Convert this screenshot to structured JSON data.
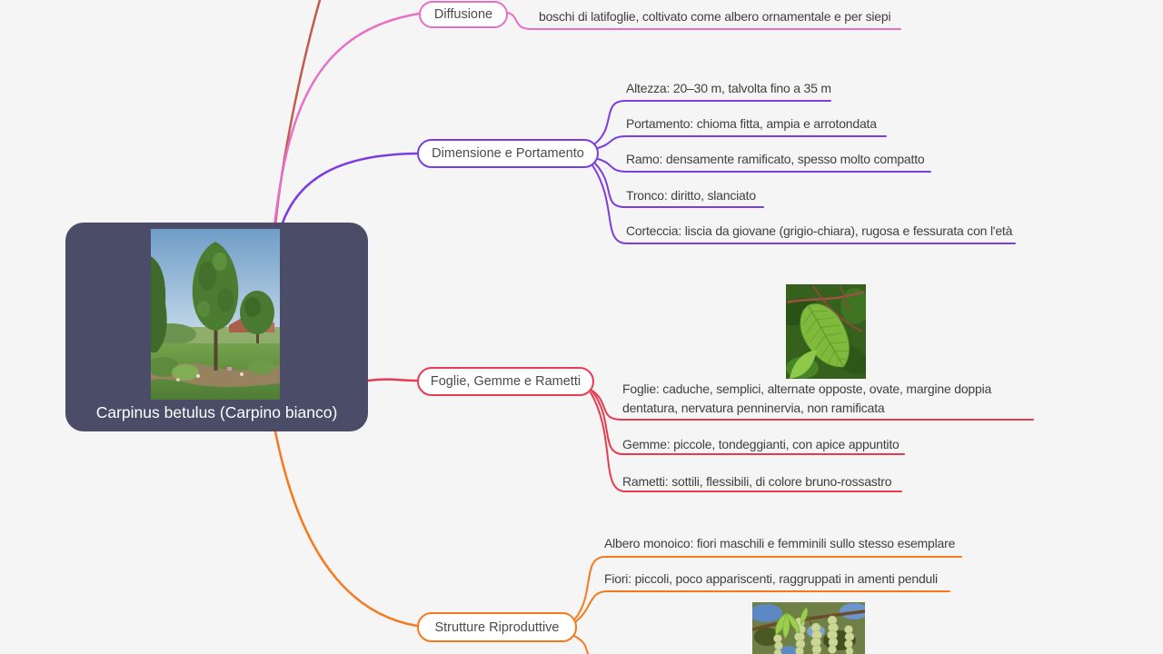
{
  "canvas": {
    "background": "#f5f5f5"
  },
  "central": {
    "title": "Carpinus betulus (Carpino bianco)",
    "bg_color": "#4a4c68",
    "photo_icon": "tree-in-garden-photo"
  },
  "branches": [
    {
      "id": "offscreen-branch",
      "label": null,
      "color": "#c35a52",
      "children": []
    },
    {
      "id": "diffusione",
      "label": "Diffusione",
      "color": "#e86fc8",
      "children": [
        {
          "text": "boschi di latifoglie, coltivato come albero ornamentale e per siepi"
        }
      ]
    },
    {
      "id": "dimensione-e-portamento",
      "label": "Dimensione e Portamento",
      "color": "#7d3ce2",
      "children": [
        {
          "text": "Altezza: 20–30 m, talvolta fino a 35 m"
        },
        {
          "text": "Portamento: chioma fitta, ampia e arrotondata"
        },
        {
          "text": "Ramo: densamente ramificato, spesso molto compatto"
        },
        {
          "text": "Tronco: diritto, slanciato"
        },
        {
          "text": "Corteccia: liscia da giovane (grigio-chiara), rugosa e fessurata con l'età"
        }
      ]
    },
    {
      "id": "foglie-gemme-rametti",
      "label": "Foglie, Gemme e Rametti",
      "color": "#e73c50",
      "children": [
        {
          "text": "Foglie: caduche, semplici, alternate opposte, ovate, margine doppia\ndentatura, nervatura penninervia, non ramificata",
          "image_icon": "hornbeam-leaf-photo"
        },
        {
          "text": "Gemme: piccole, tondeggianti, con apice appuntito"
        },
        {
          "text": "Rametti: sottili, flessibili, di colore bruno-rossastro"
        }
      ]
    },
    {
      "id": "strutture-riproduttive",
      "label": "Strutture Riproduttive",
      "color": "#f5791d",
      "children": [
        {
          "text": "Albero monoico: fiori maschili e femminili sullo stesso esemplare"
        },
        {
          "text": "Fiori: piccoli, poco appariscenti, raggruppati in amenti penduli"
        },
        {
          "text": "",
          "image_icon": "hornbeam-catkins-photo"
        }
      ]
    }
  ],
  "text_color": "#3f3f3f"
}
